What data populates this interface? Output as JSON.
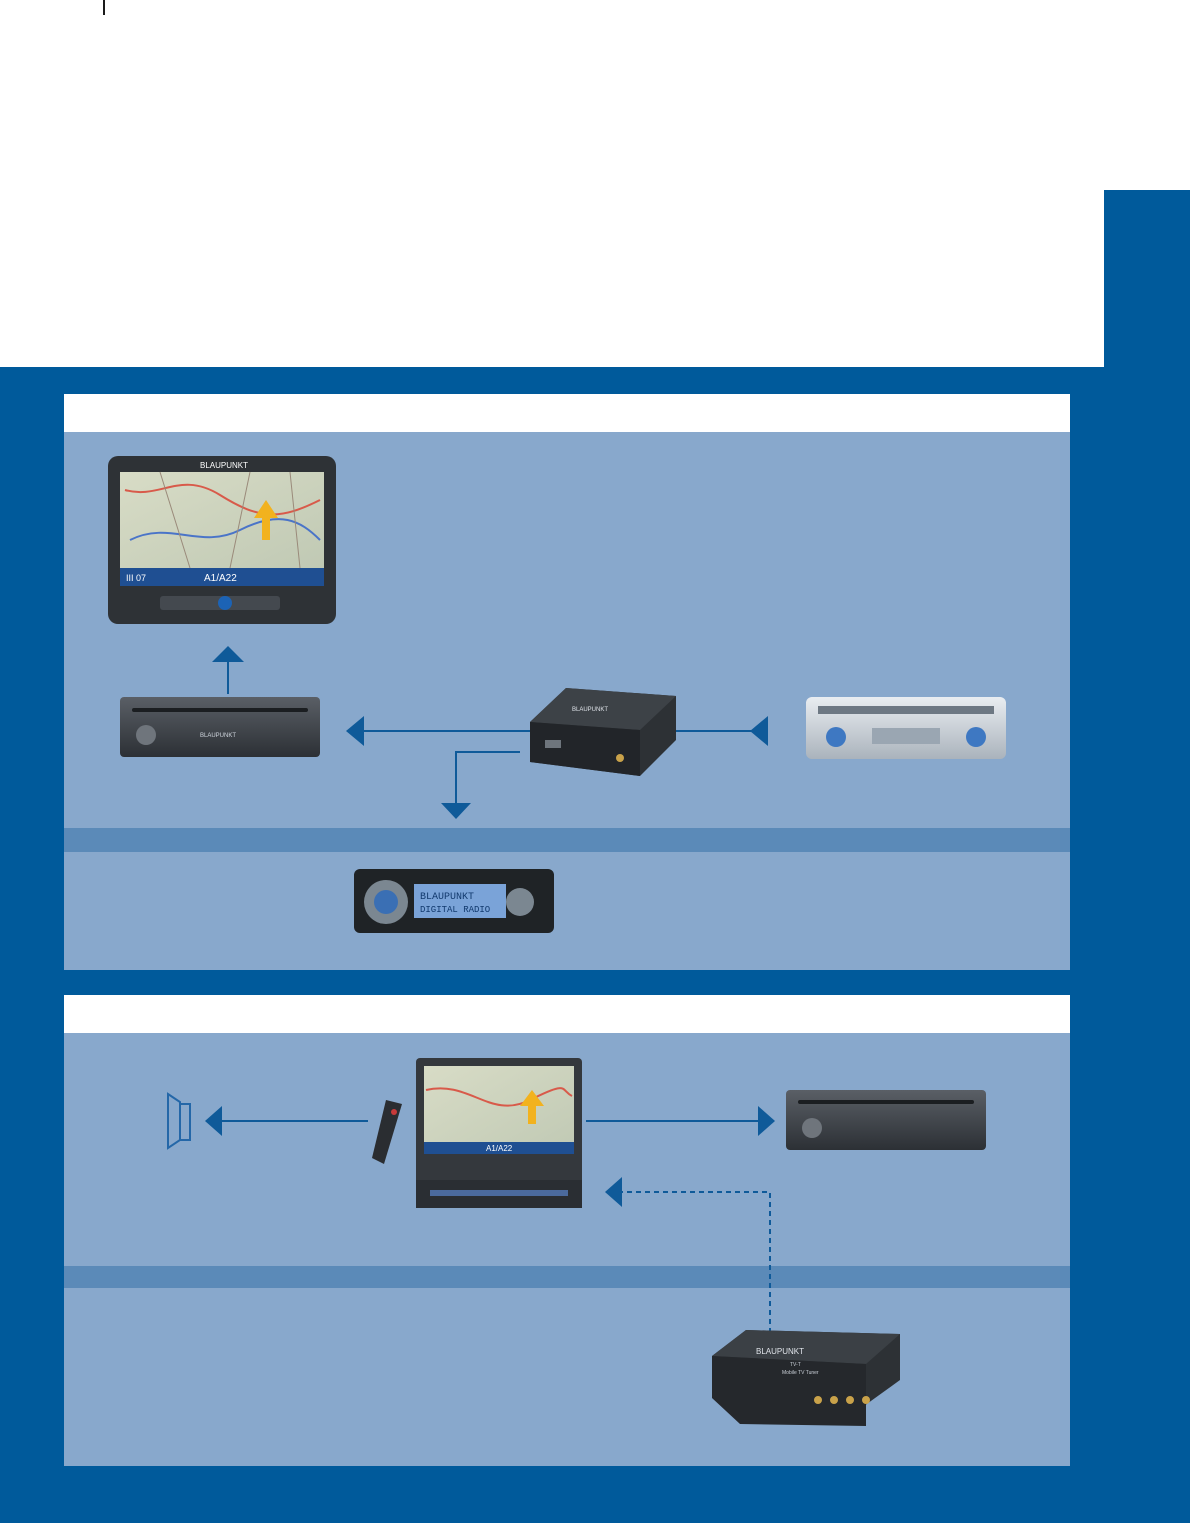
{
  "colors": {
    "page_blue": "#005a9b",
    "panel": "#88a8cc",
    "divider": "#5b8ab8",
    "connector": "#0f5a99"
  },
  "brand": {
    "name": "BLAUPUNKT"
  },
  "top": {
    "nav_screen": {
      "readout": "A1/A22",
      "left_label": "III 07"
    },
    "dab_radio": {
      "display": "DIGITAL RADIO"
    }
  },
  "bottom": {
    "tv_tuner": {
      "lines": [
        "TV-T",
        "Mobile TV Tuner"
      ]
    }
  }
}
